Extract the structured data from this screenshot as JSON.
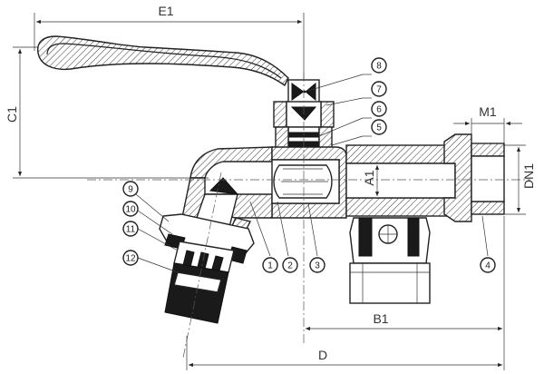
{
  "dimensions": {
    "e1": "E1",
    "c1": "C1",
    "m1": "M1",
    "a1": "A1",
    "dn1": "DN1",
    "b1": "B1",
    "d": "D"
  },
  "callouts": [
    "1",
    "2",
    "3",
    "4",
    "5",
    "6",
    "7",
    "8",
    "9",
    "10",
    "11",
    "12"
  ]
}
